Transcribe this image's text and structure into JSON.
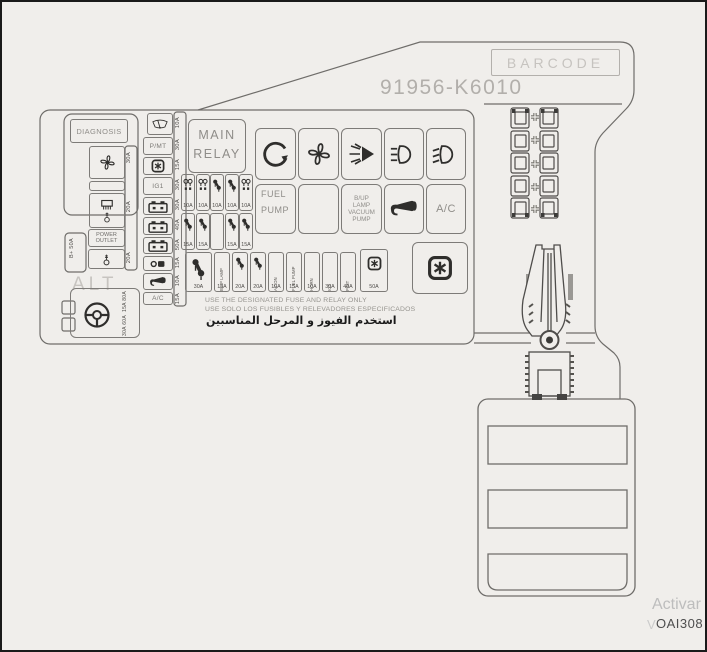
{
  "colors": {
    "background": "#f0eeeb",
    "line": "#6f6d6a",
    "ink": "#2f2e2c",
    "label_gray": "#8f8d89",
    "faint": "#b9b6b2",
    "watermark_light": "#bdbdbd",
    "watermark_dark": "#4e4e4e"
  },
  "header": {
    "barcode": "BARCODE",
    "part_number": "91956-K6010"
  },
  "watermark": {
    "line1": "Activar",
    "prefix": "V",
    "code": "OAI308"
  },
  "footer": {
    "en": "USE THE DESIGNATED FUSE AND RELAY ONLY",
    "es": "USE SOLO LOS FUSIBLES Y RELEVADORES ESPECIFICADOS",
    "ar": "استخدم الفيوز و المرحل المناسبين"
  },
  "panel": {
    "diagnosis": "DIAGNOSIS",
    "main_relay": {
      "line1": "MAIN",
      "line2": "RELAY"
    },
    "power_outlet": {
      "line1": "POWER",
      "line2": "OUTLET"
    },
    "alt": {
      "label": "ALT",
      "amps_top": "15A 80A",
      "amps_bottom": "30A 60A"
    },
    "bplus": "B+ 50A",
    "col1": {
      "fan_amp": "30A",
      "heater_amp": "20A",
      "sensor_amp": "20A"
    },
    "col2": {
      "rows": [
        {
          "icon": "wiper",
          "amp": "10A"
        },
        {
          "label": "P/MT",
          "amp": "30A"
        },
        {
          "icon": "star-box",
          "amp": "15A"
        },
        {
          "label": "IG1",
          "amp": "30A"
        },
        {
          "icon": "battery",
          "amp": "30A"
        },
        {
          "icon": "battery",
          "amp": "40A"
        },
        {
          "icon": "battery",
          "amp": "50A"
        },
        {
          "icon": "compressor",
          "amp": "15A"
        },
        {
          "icon": "horn",
          "amp": "10A"
        },
        {
          "label": "A/C",
          "amp": "15A"
        }
      ]
    },
    "grid": {
      "row1": [
        {
          "amp": "10A"
        },
        {
          "amp": "10A"
        },
        {
          "amp": "10A"
        },
        {
          "amp": "10A"
        },
        {
          "amp": "10A"
        }
      ],
      "row2": [
        {
          "amp": "15A"
        },
        {
          "amp": "15A"
        },
        {},
        {
          "amp": "15A"
        },
        {
          "amp": "15A"
        }
      ],
      "row3_big": {
        "amp": "30A"
      },
      "row3": [
        {
          "label": "B/UP LAMP",
          "amp": "15A"
        },
        {
          "amp": "20A"
        },
        {
          "amp": "20A"
        },
        {
          "label": "A/CON",
          "amp": "10A"
        },
        {
          "label": "FUEL PUMP",
          "amp": "15A"
        },
        {
          "label": "HORN",
          "amp": "10A"
        },
        {
          "label": "IG2",
          "amp": "30A"
        },
        {
          "label": "P/MT",
          "amp": "40A"
        }
      ],
      "row3_star": {
        "amp": "50A"
      }
    },
    "relay_icons": {
      "fuel_pump": {
        "line1": "FUEL",
        "line2": "PUMP"
      },
      "bup_vacuum": {
        "line1": "B/UP",
        "line2": "LAMP",
        "line3": "VACUUM",
        "line4": "PUMP"
      },
      "ac": "A/C"
    }
  }
}
